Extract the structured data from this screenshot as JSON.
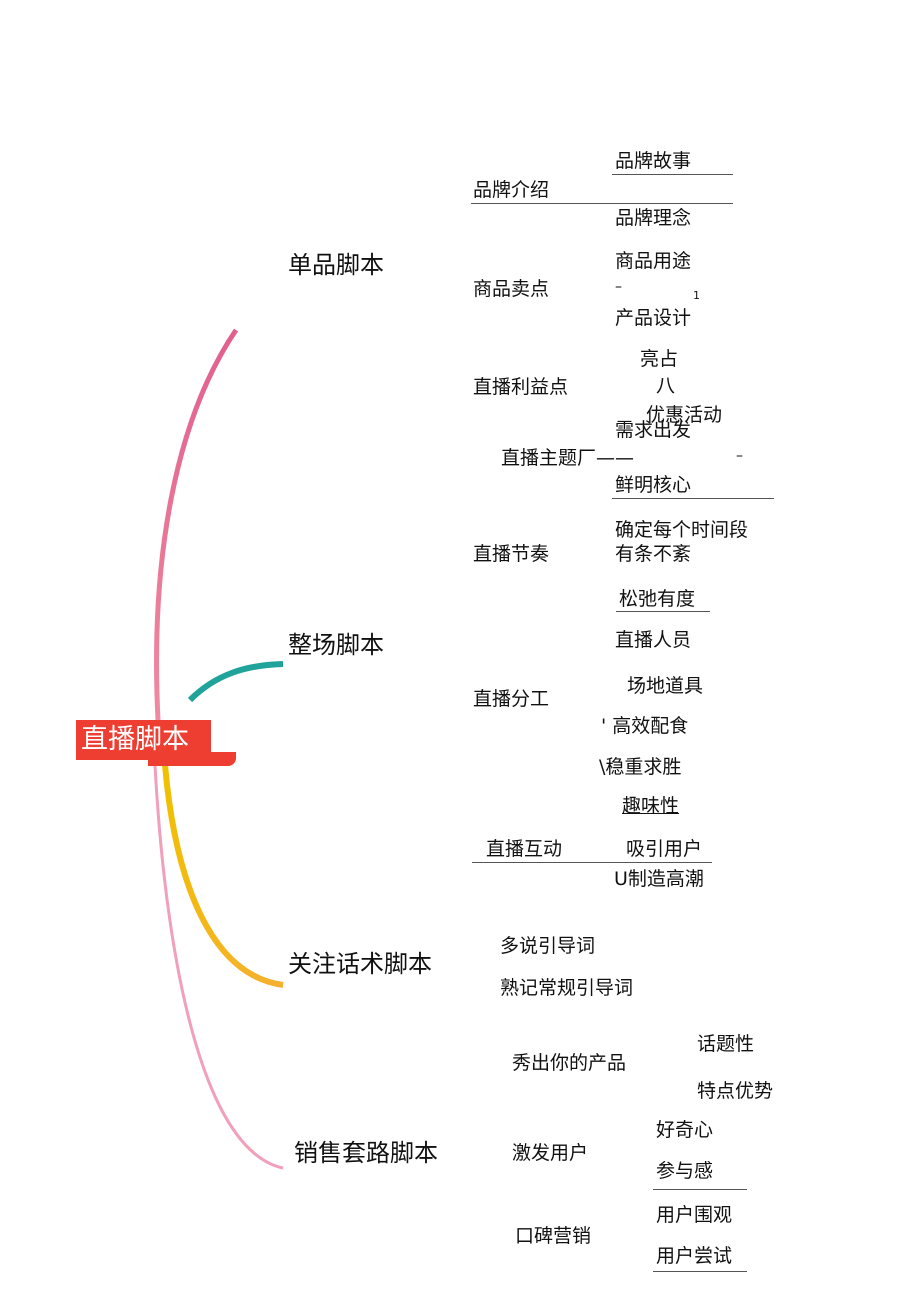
{
  "root": {
    "label": "直播脚本",
    "color": "#ee3e32"
  },
  "branches": [
    {
      "label": "单品脚本",
      "color": "#e8628a",
      "children": [
        {
          "label": "品牌介绍",
          "children": [
            "品牌故事",
            "品牌理念"
          ]
        },
        {
          "label": "商品卖点",
          "children": [
            "商品用途",
            "产品设计"
          ],
          "marks": [
            "–",
            "1"
          ]
        }
      ]
    },
    {
      "label": "整场脚本",
      "color": "#1fa39a",
      "children": [
        {
          "label": "直播利益点",
          "children": [
            "亮占",
            "八",
            "优惠活动"
          ]
        },
        {
          "label": "直播主题厂——",
          "children": [
            "需求出发",
            "鲜明核心"
          ],
          "marks": [
            "–"
          ]
        },
        {
          "label": "直播节奏",
          "children": [
            "确定每个时间段",
            "有条不紊",
            "松弛有度"
          ]
        },
        {
          "label": "直播分工",
          "children": [
            "直播人员",
            "场地道具",
            "' 高效配食",
            "\\稳重求胜"
          ]
        },
        {
          "label": "直播互动",
          "children": [
            "趣味性",
            "吸引用户",
            "U制造高潮"
          ]
        }
      ]
    },
    {
      "label": "关注话术脚本",
      "color": "#f2b705",
      "children": [
        {
          "label": "多说引导词"
        },
        {
          "label": "熟记常规引导词"
        }
      ]
    },
    {
      "label": "销售套路脚本",
      "color": "#f0a0b8",
      "children": [
        {
          "label": "秀出你的产品",
          "children": [
            "话题性",
            "特点优势"
          ]
        },
        {
          "label": "激发用户",
          "children": [
            "好奇心",
            "参与感"
          ]
        },
        {
          "label": "口碑营销",
          "children": [
            "用户围观",
            "用户尝试"
          ]
        }
      ]
    }
  ]
}
